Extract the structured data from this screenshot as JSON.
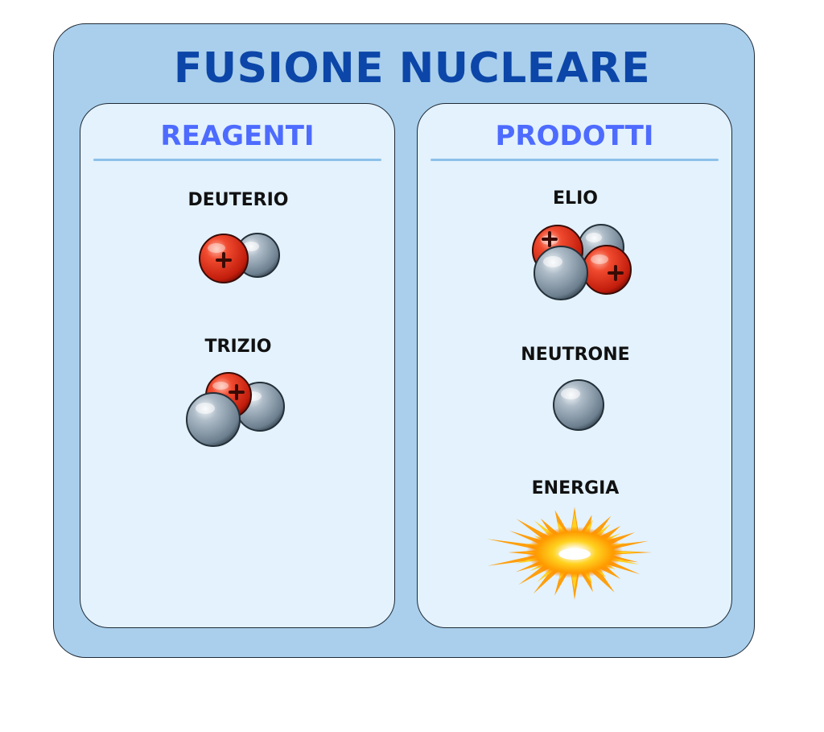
{
  "title": "FUSIONE NUCLEARE",
  "reagenti": {
    "title": "REAGENTI",
    "items": [
      {
        "label": "DEUTERIO"
      },
      {
        "label": "TRIZIO"
      }
    ]
  },
  "prodotti": {
    "title": "PRODOTTI",
    "items": [
      {
        "label": "ELIO"
      },
      {
        "label": "NEUTRONE"
      },
      {
        "label": "ENERGIA"
      }
    ]
  },
  "colors": {
    "title": "#0c46a8",
    "panel_title": "#4d6bff",
    "proton": "#e23b24",
    "neutron": "#8e9eac",
    "frame": "#a9cfec",
    "panel": "#e3f2fd"
  }
}
